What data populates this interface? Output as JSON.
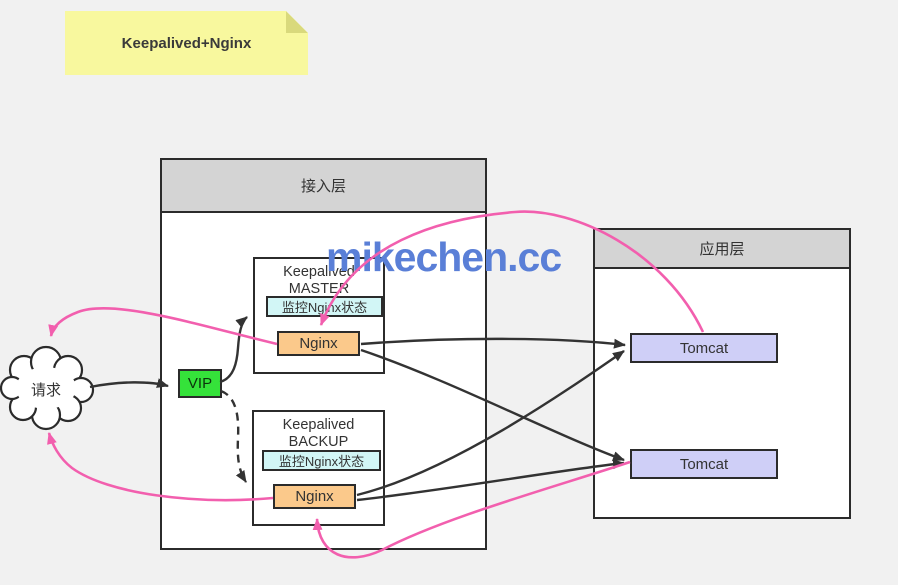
{
  "note": {
    "title": "Keepalived+Nginx"
  },
  "watermark": {
    "text": "mikechen.cc"
  },
  "cloud": {
    "label": "请求"
  },
  "vip": {
    "label": "VIP"
  },
  "access_layer": {
    "title": "接入层",
    "master": {
      "name_line1": "Keepalived",
      "name_line2": "MASTER",
      "monitor_label": "监控Nginx状态",
      "nginx_label": "Nginx"
    },
    "backup": {
      "name_line1": "Keepalived",
      "name_line2": "BACKUP",
      "monitor_label": "监控Nginx状态",
      "nginx_label": "Nginx"
    }
  },
  "app_layer": {
    "title": "应用层",
    "tomcat_top": "Tomcat",
    "tomcat_bottom": "Tomcat"
  },
  "arrows": {
    "black_solid": [
      "cloud→vip",
      "vip→master",
      "master-nginx→tomcat-top",
      "master-nginx→tomcat-bottom",
      "backup-nginx→tomcat-top",
      "backup-nginx→tomcat-bottom"
    ],
    "black_dashed": [
      "vip→backup"
    ],
    "pink": [
      "tomcat-top→master-nginx",
      "master-nginx→cloud",
      "backup-nginx→cloud",
      "tomcat-bottom→backup-nginx"
    ]
  },
  "colors": {
    "pink_arrow": "#f25fae",
    "black_arrow": "#333333",
    "vip_green": "#35e23a",
    "nginx_orange": "#fbc98b",
    "monitor_cyan": "#d2f6f6",
    "tomcat_purple": "#cfcff7",
    "header_gray": "#d4d4d4",
    "note_yellow": "#f8f89e",
    "watermark_blue": "#5a7fd7",
    "background": "#f1f1f1"
  }
}
